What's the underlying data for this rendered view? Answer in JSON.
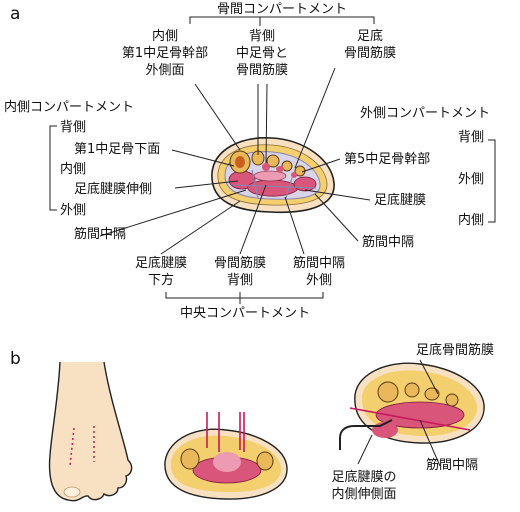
{
  "panel_a": {
    "letter": "a",
    "interosseous_compartment": {
      "title": "骨間コンパートメント",
      "medial": [
        "内側",
        "第1中足骨幹部",
        "外側面"
      ],
      "dorsal": [
        "背側",
        "中足骨と",
        "骨間筋膜"
      ],
      "plantar": [
        "足底",
        "骨間筋膜"
      ]
    },
    "medial_compartment": {
      "title": "内側コンパートメント",
      "dorsal": "背側",
      "first_metatarsal_underside": "第1中足骨下面",
      "medial": "内側",
      "plantar_aponeurosis_extension": "足底腱膜伸側",
      "lateral": "外側",
      "intermuscular_septum": "筋間中隔"
    },
    "lateral_compartment": {
      "title": "外側コンパートメント",
      "dorsal": "背側",
      "fifth_metatarsal_shaft": "第5中足骨幹部",
      "lateral": "外側",
      "plantar_aponeurosis": "足底腱膜",
      "medial": "内側",
      "intermuscular_septum": "筋間中隔"
    },
    "central_compartment": {
      "title": "中央コンパートメント",
      "plantar": [
        "足底腱膜",
        "下方"
      ],
      "dorsal": [
        "骨間筋膜",
        "背側"
      ],
      "lateral": [
        "筋間中隔",
        "外側"
      ]
    }
  },
  "panel_b": {
    "letter": "b",
    "plantar_interosseous_fascia": "足底骨間筋膜",
    "intermuscular_septum": "筋間中隔",
    "plantar_aponeurosis_medial_extension": [
      "足底腱膜の",
      "内側伸側面"
    ]
  },
  "colors": {
    "muscle": "#d9557a",
    "muscle_light": "#ec9bb2",
    "bone": "#e9b85a",
    "skin": "#f8e1c2",
    "fat": "#f3cf6e",
    "fascia": "#8a84ad",
    "incision": "#c8185f",
    "line": "#222222"
  }
}
